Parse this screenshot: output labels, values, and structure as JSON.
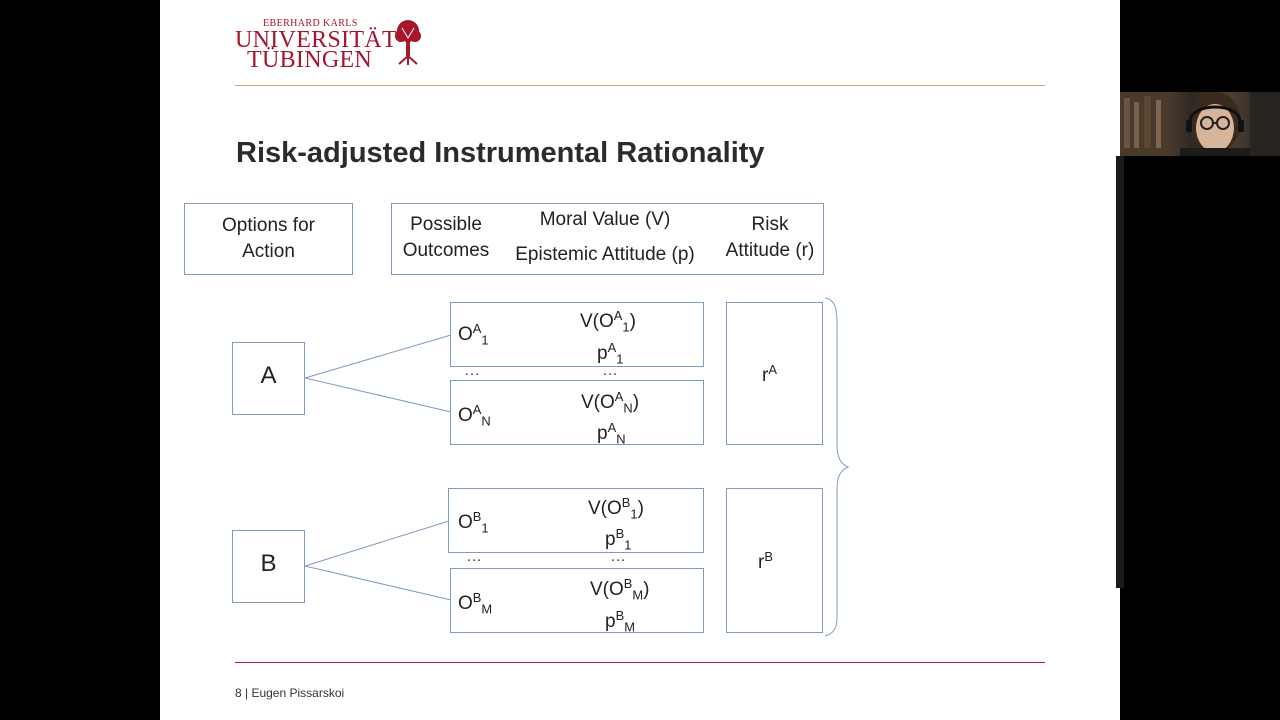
{
  "logo": {
    "line1": "EBERHARD KARLS",
    "line2": "UNIVERSITÄT",
    "line3": "TÜBINGEN"
  },
  "slide": {
    "title": "Risk-adjusted Instrumental Rationality",
    "footer": "8 | Eugen Pissarskoi"
  },
  "headers": {
    "options": [
      "Options for",
      "Action"
    ],
    "outcomes": [
      "Possible",
      "Outcomes"
    ],
    "moral": "Moral Value (V)",
    "epistemic": "Epistemic Attitude (p)",
    "risk": [
      "Risk",
      "Attitude (r)"
    ]
  },
  "options": {
    "a": "A",
    "b": "B"
  },
  "ellipsis": "…",
  "colors": {
    "brand": "#a5152b",
    "box_border": "#7f9cc0",
    "top_rule": "#c9a27a",
    "bottom_rule": "#b22236"
  },
  "webcam": {
    "description": "presenter webcam feed"
  }
}
